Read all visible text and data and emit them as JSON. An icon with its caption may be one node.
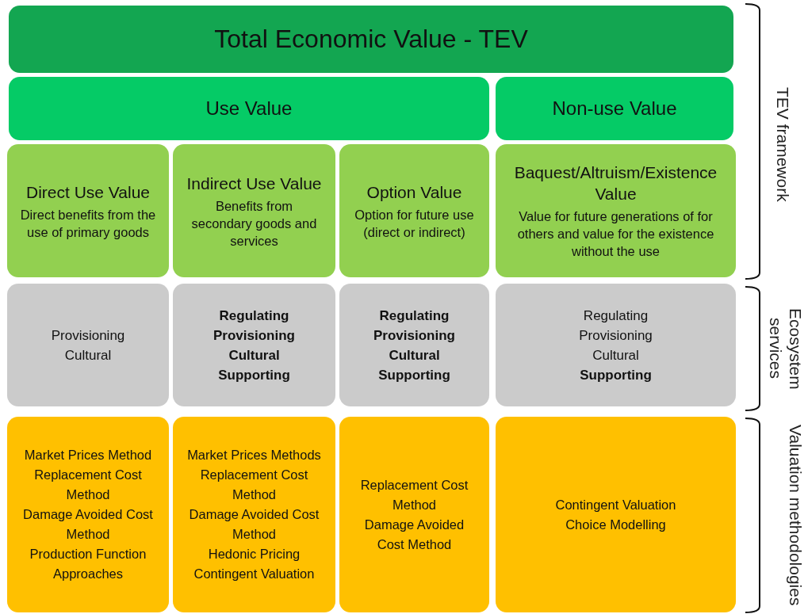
{
  "diagram": {
    "nodes": [
      {
        "text": [
          "Total Economic Value - TEV"
        ]
      },
      {
        "text": [
          "Use Value"
        ]
      },
      {
        "text": [
          "Non-use Value"
        ]
      },
      {
        "text": [
          "Direct Use Value",
          "Direct benefits from the use of primary goods"
        ]
      },
      {
        "text": [
          "Indirect Use Value",
          "Benefits from secondary goods and services"
        ]
      },
      {
        "text": [
          "Option Value",
          "Option for future use (direct or indirect)"
        ]
      },
      {
        "text": [
          "Baquest/Altruism/Existence Value",
          "Value for future generations of for others and value for the existence without the use"
        ]
      },
      {
        "text": [
          "Provisioning",
          "Cultural"
        ]
      },
      {
        "text": [
          "**Regulating**",
          "**Provisioning**",
          "**Cultural**",
          "**Supporting**"
        ]
      },
      {
        "text": [
          "**Regulating**",
          "**Provisioning**",
          "**Cultural**",
          "**Supporting**"
        ]
      },
      {
        "text": [
          "Regulating",
          "Provisioning",
          "Cultural",
          "**Supporting**"
        ]
      },
      {
        "text": [
          "Market Prices Method",
          "Replacement Cost Method",
          "Damage Avoided Cost Method",
          "Production Function Approaches"
        ]
      },
      {
        "text": [
          "Market Prices Methods",
          "Replacement Cost Method",
          "Damage Avoided Cost Method",
          "Hedonic Pricing",
          "Contingent Valuation"
        ]
      },
      {
        "text": [
          "Replacement Cost Method",
          "Damage Avoided Cost Method"
        ]
      },
      {
        "text": [
          "Contingent Valuation",
          "Choice Modelling"
        ]
      }
    ],
    "labels": [
      "TEV framework",
      "Ecosystem services",
      "Valuation methodologies"
    ]
  }
}
